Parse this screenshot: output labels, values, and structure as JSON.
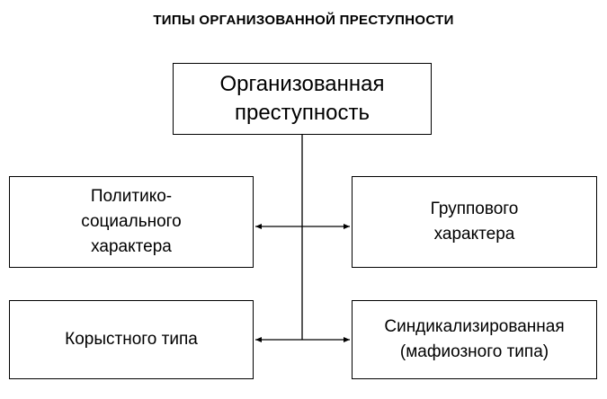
{
  "title": "ТИПЫ ОРГАНИЗОВАННОЙ ПРЕСТУПНОСТИ",
  "root": {
    "label": "Организованная\nпреступность"
  },
  "types": {
    "political_social": "Политико-\nсоциального\nхарактера",
    "group": "Группового\nхарактера",
    "mercenary": "Корыстного типа",
    "syndicalized": "Синдикализированная\n(мафиозного типа)"
  }
}
